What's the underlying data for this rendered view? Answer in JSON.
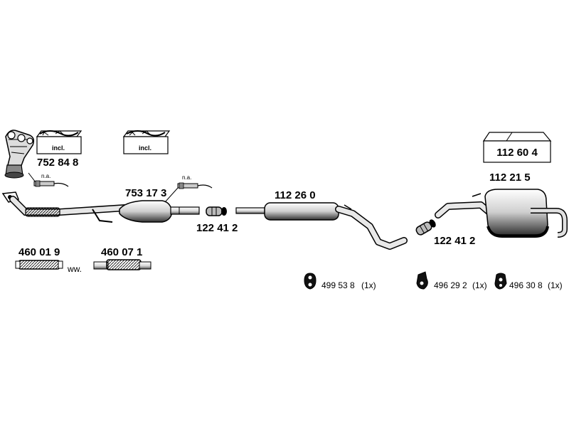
{
  "parts": {
    "manifold_kit": "752 84 8",
    "catalytic_converter": "753 17 3",
    "clamp_front": "122 41 2",
    "middle_silencer": "112 26 0",
    "rear_silencer": "112 21 5",
    "mounting_kit": "112 60 4",
    "clamp_rear": "122 41 2",
    "flex_pipe_1": "460 01 9",
    "flex_pipe_2": "460 07 1"
  },
  "box_labels": {
    "kit_1": "incl.",
    "kit_2": "incl."
  },
  "sensor_notes": {
    "sensor_1": "n.a.",
    "sensor_2": "n.a."
  },
  "alternative_note": "ww.",
  "hangers": [
    {
      "code": "499 53 8",
      "qty": "(1x)"
    },
    {
      "code": "496 29 2",
      "qty": "(1x)"
    },
    {
      "code": "496 30 8",
      "qty": "(1x)"
    }
  ]
}
